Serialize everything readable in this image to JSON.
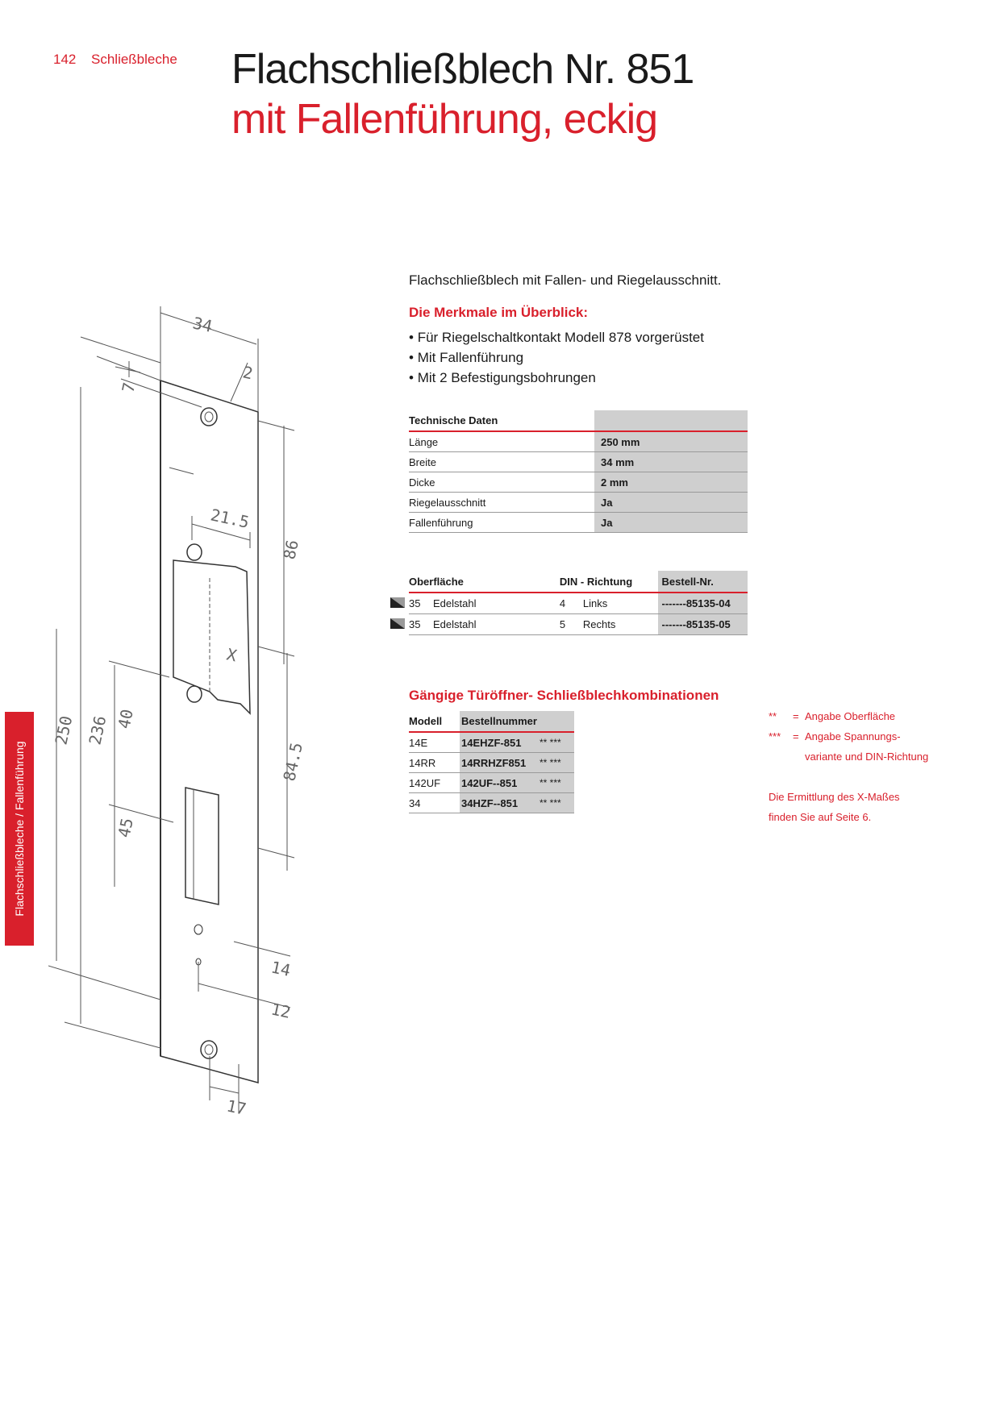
{
  "header": {
    "page_number": "142",
    "section": "Schließbleche",
    "title_line1": "Flachschließblech Nr. 851",
    "title_line2": "mit Fallenführung, eckig"
  },
  "side_tab": "Flachschließbleche / Fallenführung",
  "intro": "Flachschließblech mit Fallen- und Riegelausschnitt.",
  "features": {
    "heading": "Die Merkmale im Überblick:",
    "items": [
      "Für Riegelschaltkontakt Modell 878 vorgerüstet",
      "Mit Fallenführung",
      "Mit 2 Befestigungsbohrungen"
    ]
  },
  "tech_data": {
    "heading": "Technische Daten",
    "rows": [
      {
        "label": "Länge",
        "value": "250 mm"
      },
      {
        "label": "Breite",
        "value": "34 mm"
      },
      {
        "label": "Dicke",
        "value": "2 mm"
      },
      {
        "label": "Riegelausschnitt",
        "value": "Ja"
      },
      {
        "label": "Fallenführung",
        "value": "Ja"
      }
    ]
  },
  "surface_table": {
    "headers": {
      "surface": "Oberfläche",
      "din": "DIN - Richtung",
      "order": "Bestell-Nr."
    },
    "rows": [
      {
        "code": "35",
        "material": "Edelstahl",
        "din_code": "4",
        "din": "Links",
        "order": "-------85135-04"
      },
      {
        "code": "35",
        "material": "Edelstahl",
        "din_code": "5",
        "din": "Rechts",
        "order": "-------85135-05"
      }
    ]
  },
  "combinations": {
    "heading": "Gängige Türöffner- Schließblechkombinationen",
    "headers": {
      "model": "Modell",
      "order": "Bestellnummer"
    },
    "rows": [
      {
        "model": "14E",
        "order": "14EHZF-851",
        "stars": "** ***"
      },
      {
        "model": "14RR",
        "order": "14RRHZF851",
        "stars": "** ***"
      },
      {
        "model": "142UF",
        "order": "142UF--851",
        "stars": "** ***"
      },
      {
        "model": "34",
        "order": "34HZF--851",
        "stars": "** ***"
      }
    ]
  },
  "notes": {
    "n1_sym": "**",
    "n1_eq": "=",
    "n1_text": "Angabe Oberfläche",
    "n2_sym": "***",
    "n2_eq": "=",
    "n2_text": "Angabe Spannungs-",
    "n2_text2": "variante und DIN-Richtung",
    "n3_line1": "Die Ermittlung des X-Maßes",
    "n3_line2": "finden Sie auf Seite 6."
  },
  "drawing": {
    "dim_width": "34",
    "dim_thickness": "2",
    "dim_top_hole": "7",
    "dim_latch_width": "21.5",
    "dim_upper": "86",
    "dim_x": "X",
    "dim_total": "250",
    "dim_inner": "236",
    "dim_40": "40",
    "dim_84_5": "84.5",
    "dim_45": "45",
    "dim_14": "14",
    "dim_12": "12",
    "dim_17": "17"
  },
  "colors": {
    "accent": "#d9202c",
    "table_grey": "#cfcfcf"
  }
}
